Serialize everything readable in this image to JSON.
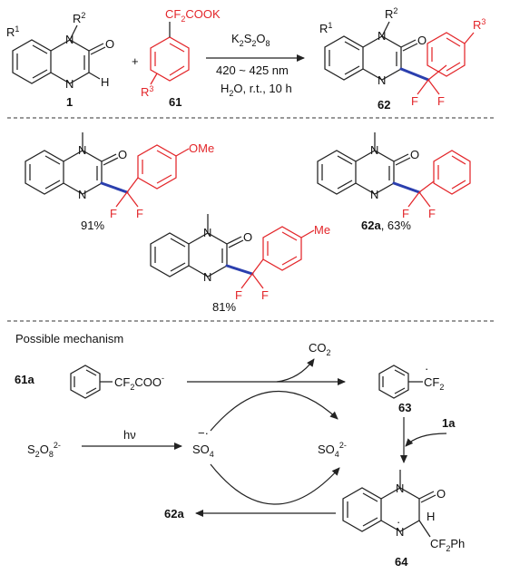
{
  "reaction": {
    "r1_label": "R",
    "r1_sup": "1",
    "r2_label": "R",
    "r2_sup": "2",
    "r3_label": "R",
    "r3_sup": "3",
    "n_label": "N",
    "o_label": "O",
    "h_label": "H",
    "f_label": "F",
    "cf2cook": "CF",
    "cf2cook_sub": "2",
    "cf2cook_tail": "COOK",
    "plus": "+",
    "compound_1": "1",
    "compound_61": "61",
    "compound_62": "62",
    "reagent": "K",
    "reagent_sub1": "2",
    "reagent_mid": "S",
    "reagent_sub2": "2",
    "reagent_o": "O",
    "reagent_sub3": "8",
    "wavelength": "420 ~ 425 nm",
    "solvent": "H",
    "solvent_sub": "2",
    "solvent_tail": "O, r.t., 10 h"
  },
  "examples": {
    "ome": "OMe",
    "me": "Me",
    "yield_a": "91%",
    "yield_b": "81%",
    "yield_c_label": "62a",
    "yield_c_tail": ", 63%"
  },
  "mechanism": {
    "title": "Possible mechanism",
    "lbl_61a": "61a",
    "cf2coo": "CF",
    "cf2coo_sub": "2",
    "cf2coo_tail": "COO",
    "cf2coo_sup": "-",
    "co2": "CO",
    "co2_sub": "2",
    "cf2_radical": "CF",
    "cf2_radical_sub": "2",
    "radical_dot": "·",
    "lbl_63": "63",
    "lbl_1a": "1a",
    "s2o8": "S",
    "s2o8_sub1": "2",
    "s2o8_o": "O",
    "s2o8_sub2": "8",
    "s2o8_sup": "2-",
    "hv": "hν",
    "so4_radical": "SO",
    "so4_radical_sub": "4",
    "so4_dot": "−·",
    "so4_anion": "SO",
    "so4_anion_sub": "4",
    "so4_anion_sup": "2-",
    "lbl_62a": "62a",
    "ch_label": "H",
    "cf2ph": "CF",
    "cf2ph_sub": "2",
    "cf2ph_tail": "Ph",
    "lbl_64": "64"
  }
}
